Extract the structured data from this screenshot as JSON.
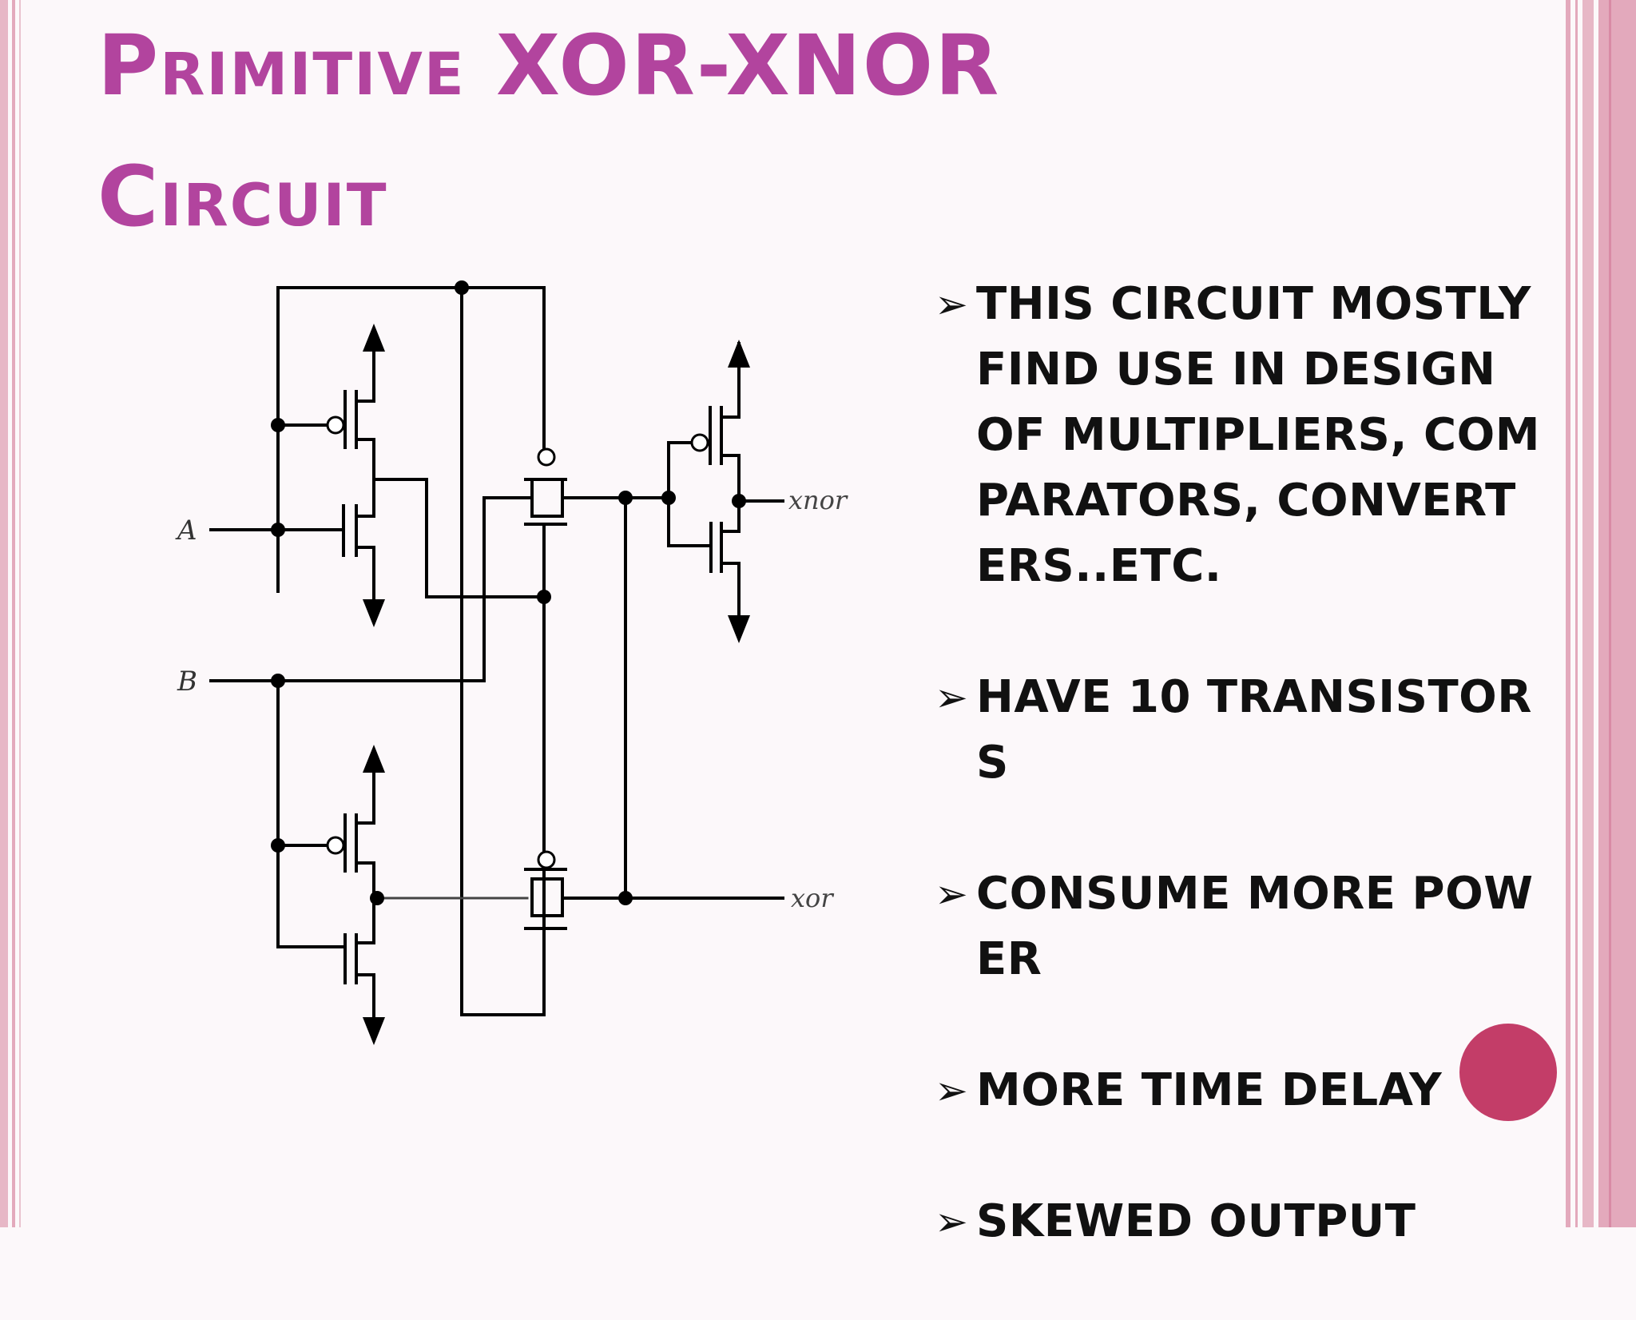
{
  "slide": {
    "title": "Primitive XOR-XNOR Circuit",
    "colors": {
      "title": "#b2449e",
      "border": "#e3a9bc",
      "accent_circle": "#c33d68",
      "text": "#111111"
    },
    "circuit_labels": {
      "input_a": "A",
      "input_b": "B",
      "output_xnor": "xnor",
      "output_xor": "xor"
    },
    "bullet_icon": "arrow-bullet-icon",
    "bullets": [
      "This circuit mostly find use in design of multipliers, comparators, converters..etc.",
      "Have 10 transistors",
      "Consume more power",
      "More time delay",
      "Skewed output"
    ]
  }
}
